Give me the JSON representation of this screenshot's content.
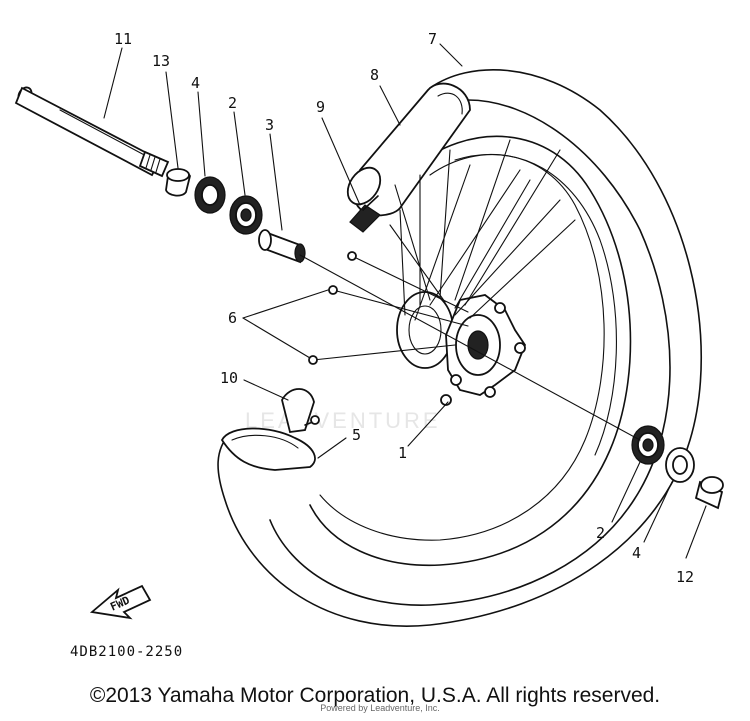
{
  "diagram": {
    "parts": [
      {
        "id": "p11",
        "label": "11"
      },
      {
        "id": "p13",
        "label": "13"
      },
      {
        "id": "p4a",
        "label": "4"
      },
      {
        "id": "p2a",
        "label": "2"
      },
      {
        "id": "p3",
        "label": "3"
      },
      {
        "id": "p9",
        "label": "9"
      },
      {
        "id": "p8",
        "label": "8"
      },
      {
        "id": "p7",
        "label": "7"
      },
      {
        "id": "p6",
        "label": "6"
      },
      {
        "id": "p10",
        "label": "10"
      },
      {
        "id": "p5",
        "label": "5"
      },
      {
        "id": "p1",
        "label": "1"
      },
      {
        "id": "p2b",
        "label": "2"
      },
      {
        "id": "p4b",
        "label": "4"
      },
      {
        "id": "p12",
        "label": "12"
      }
    ],
    "fwd_label": "FWD",
    "code": "4DB2100-2250",
    "watermark": "LEADVENTURE"
  },
  "footer": {
    "copyright": "©2013 Yamaha Motor Corporation, U.S.A. All rights reserved.",
    "credit": "Powered by Leadventure, Inc."
  }
}
